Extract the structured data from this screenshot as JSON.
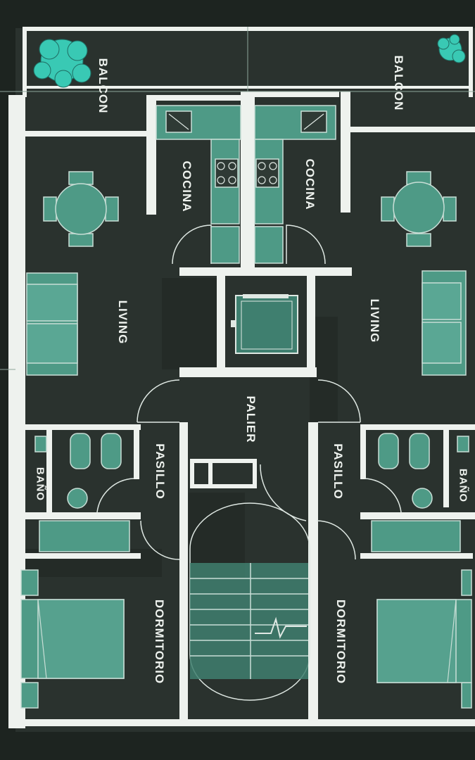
{
  "rooms": {
    "balcon_left": "BALCON",
    "balcon_right": "BALCON",
    "cocina_left": "COCINA",
    "cocina_right": "COCINA",
    "living_left": "LIVING",
    "living_right": "LIVING",
    "palier": "PALIER",
    "pasillo_left": "PASILLO",
    "pasillo_right": "PASILLO",
    "bano_left": "BAÑO",
    "bano_right": "BAÑO",
    "dormitorio_left": "DORMITORIO",
    "dormitorio_right": "DORMITORIO"
  },
  "colors": {
    "background": "#1f2622",
    "floor": "#2a322e",
    "floor_alt": "#323a35",
    "wall": "#eef2ee",
    "furniture": "#4e9a86",
    "furniture_stroke": "#c8ded6",
    "plant": "#39c9b4",
    "label": "#eef2ee"
  }
}
